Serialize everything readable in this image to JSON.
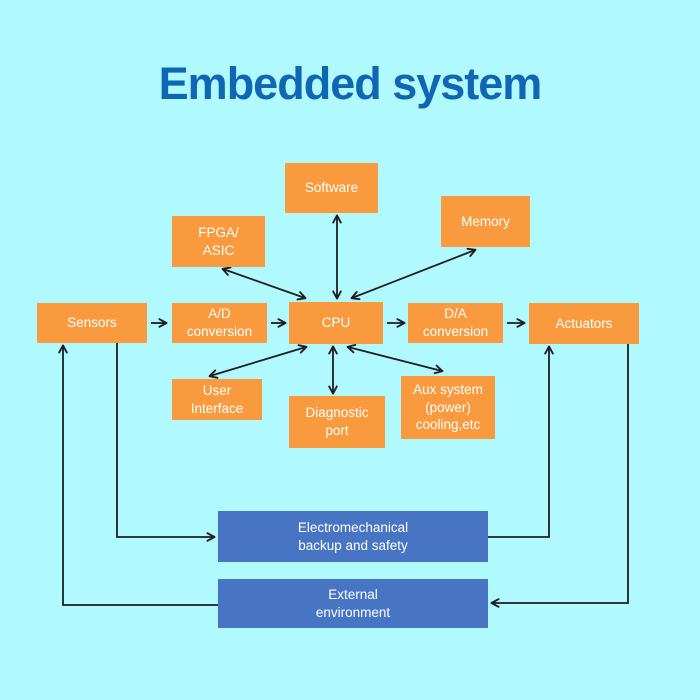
{
  "title": "Embedded system",
  "colors": {
    "background": "#b0faff",
    "component_fill": "#f89a3d",
    "system_fill": "#4775c4",
    "node_text": "#ffffff",
    "arrow": "#1e1e1e",
    "title_text": "#1166b4"
  },
  "nodes": {
    "software": {
      "label": "Software"
    },
    "fpga": {
      "label": "FPGA/\nASIC"
    },
    "memory": {
      "label": "Memory"
    },
    "sensors": {
      "label": "Sensors"
    },
    "adc": {
      "label": "A/D\nconversion"
    },
    "cpu": {
      "label": "CPU"
    },
    "dac": {
      "label": "D/A\nconversion"
    },
    "actuators": {
      "label": "Actuators"
    },
    "user_interface": {
      "label": "User\nInterface"
    },
    "diagnostic_port": {
      "label": "Diagnostic\nport"
    },
    "aux_system": {
      "label": "Aux system\n(power)\ncooling,etc"
    },
    "backup": {
      "label": "Electromechanical\nbackup and safety"
    },
    "external": {
      "label": "External\nenvironment"
    }
  },
  "connections": [
    {
      "from": "sensors",
      "to": "adc",
      "bidirectional": false
    },
    {
      "from": "adc",
      "to": "cpu",
      "bidirectional": false
    },
    {
      "from": "cpu",
      "to": "dac",
      "bidirectional": false
    },
    {
      "from": "dac",
      "to": "actuators",
      "bidirectional": false
    },
    {
      "from": "cpu",
      "to": "software",
      "bidirectional": true
    },
    {
      "from": "cpu",
      "to": "fpga",
      "bidirectional": true
    },
    {
      "from": "cpu",
      "to": "memory",
      "bidirectional": true
    },
    {
      "from": "cpu",
      "to": "user_interface",
      "bidirectional": true
    },
    {
      "from": "cpu",
      "to": "diagnostic_port",
      "bidirectional": true
    },
    {
      "from": "cpu",
      "to": "aux_system",
      "bidirectional": true
    },
    {
      "from": "sensors",
      "to": "backup",
      "bidirectional": false
    },
    {
      "from": "backup",
      "to": "actuators",
      "bidirectional": false
    },
    {
      "from": "actuators",
      "to": "external",
      "bidirectional": false
    },
    {
      "from": "external",
      "to": "sensors",
      "bidirectional": false
    }
  ]
}
